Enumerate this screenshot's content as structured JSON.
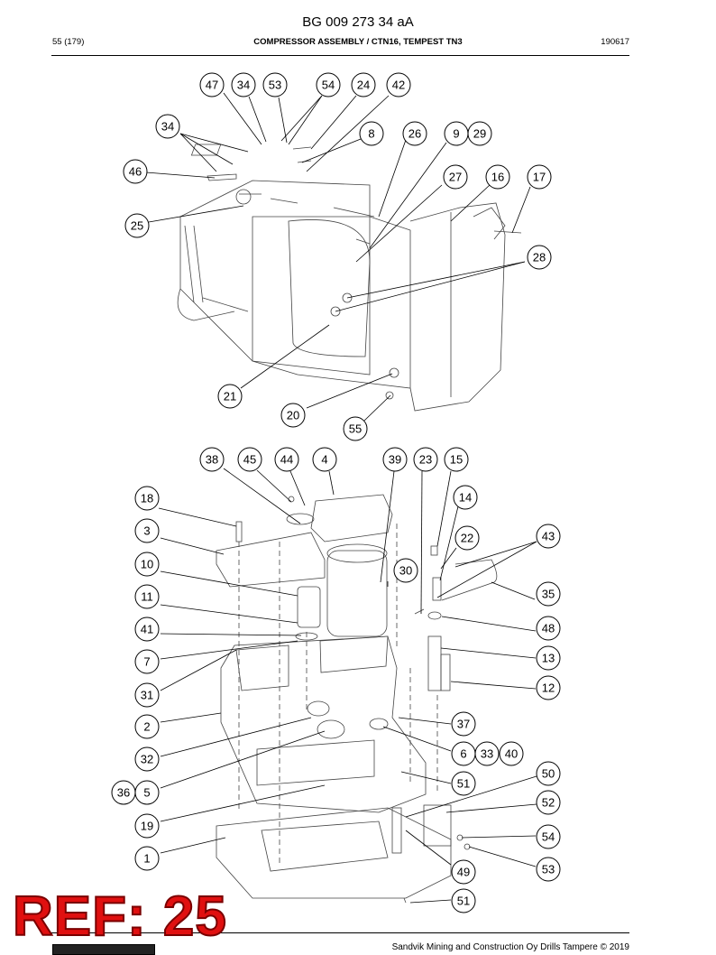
{
  "header": {
    "doc_id": "BG 009 273 34 aA",
    "page": "55 (179)",
    "title": "COMPRESSOR ASSEMBLY / CTN16, TEMPEST TN3",
    "date": "190617"
  },
  "callouts": {
    "c47": "47",
    "c34a": "34",
    "c53a": "53",
    "c54a": "54",
    "c24": "24",
    "c42": "42",
    "c34b": "34",
    "c8": "8",
    "c26": "26",
    "c9": "9",
    "c29": "29",
    "c46": "46",
    "c27": "27",
    "c16": "16",
    "c17": "17",
    "c25": "25",
    "c28": "28",
    "c21": "21",
    "c20": "20",
    "c55": "55",
    "c38": "38",
    "c45": "45",
    "c44": "44",
    "c4": "4",
    "c39": "39",
    "c23": "23",
    "c15": "15",
    "c18": "18",
    "c14": "14",
    "c3": "3",
    "c22": "22",
    "c43": "43",
    "c10": "10",
    "c30": "30",
    "c11": "11",
    "c35": "35",
    "c41": "41",
    "c48": "48",
    "c7": "7",
    "c13": "13",
    "c31": "31",
    "c12": "12",
    "c37": "37",
    "c2": "2",
    "c32": "32",
    "c6": "6",
    "c33": "33",
    "c40": "40",
    "c50": "50",
    "c36": "36",
    "c5": "5",
    "c51a": "51",
    "c52": "52",
    "c19": "19",
    "c54b": "54",
    "c1": "1",
    "c53b": "53",
    "c49": "49",
    "c51b": "51"
  },
  "stamp": "REF: 25",
  "footer": "Sandvik Mining and Construction Oy Drills Tampere © 2019"
}
